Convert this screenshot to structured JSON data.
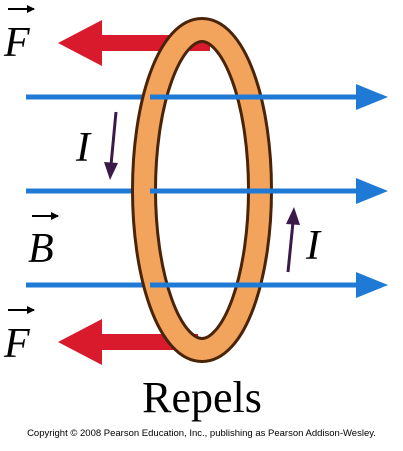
{
  "labels": {
    "force_top": "F",
    "force_bottom": "F",
    "field": "B",
    "current_left": "I",
    "current_right": "I",
    "caption": "Repels"
  },
  "copyright": "Copyright © 2008 Pearson Education, Inc., publishing as Pearson Addison-Wesley.",
  "colors": {
    "field_lines": "#1f7ad6",
    "force_arrows": "#d9192c",
    "ring_fill": "#f3a45c",
    "ring_outline": "#4a2408",
    "current_arrows": "#3b1a4a"
  }
}
